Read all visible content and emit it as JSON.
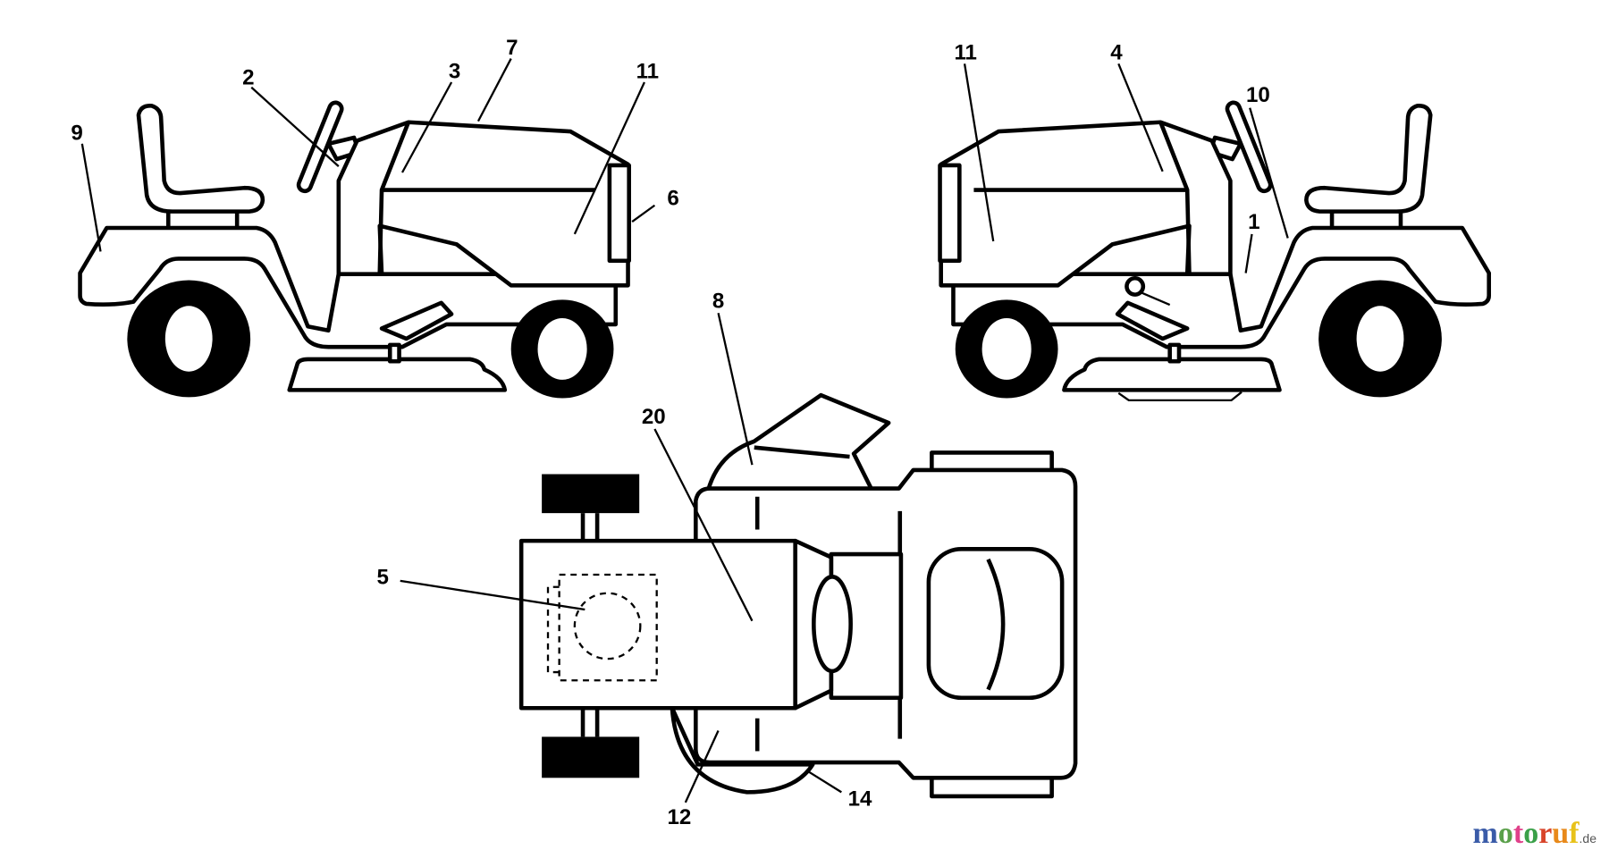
{
  "labels": {
    "l1": "1",
    "l2": "2",
    "l3": "3",
    "l4": "4",
    "l5": "5",
    "l6": "6",
    "l7": "7",
    "l8": "8",
    "l9": "9",
    "l10": "10",
    "l11a": "11",
    "l11b": "11",
    "l12": "12",
    "l14": "14",
    "l20": "20"
  },
  "logo": {
    "text": "motoruf",
    "suffix": ".de",
    "colors": [
      "#3a5ba8",
      "#5aa04a",
      "#e0418a",
      "#3aa048",
      "#d8452a",
      "#e8891a",
      "#e8c21a"
    ]
  }
}
